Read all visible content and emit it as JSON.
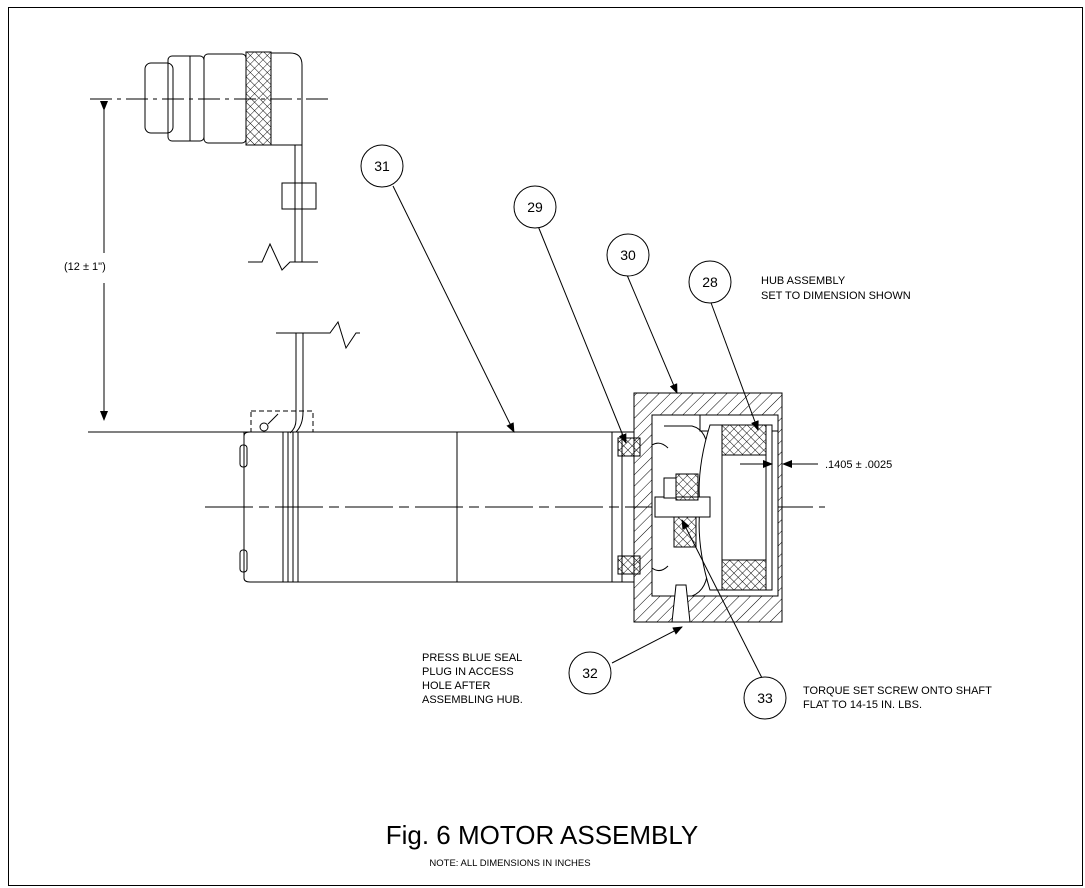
{
  "figure": {
    "title": "Fig. 6  MOTOR ASSEMBLY",
    "note": "NOTE: ALL DIMENSIONS IN INCHES"
  },
  "callouts": {
    "c28": "28",
    "c29": "29",
    "c30": "30",
    "c31": "31",
    "c32": "32",
    "c33": "33"
  },
  "annotations": {
    "hub_line1": "HUB ASSEMBLY",
    "hub_line2": "SET TO DIMENSION SHOWN",
    "dim_gap": ".1405 ± .0025",
    "dim_cable": "(12 ± 1\")",
    "plug_line1": "PRESS BLUE SEAL",
    "plug_line2": "PLUG IN ACCESS",
    "plug_line3": "HOLE AFTER",
    "plug_line4": "ASSEMBLING HUB.",
    "torque_line1": "TORQUE SET SCREW ONTO SHAFT",
    "torque_line2": "FLAT TO 14-15 IN. LBS."
  },
  "colors": {
    "ink": "#000000",
    "paper": "#ffffff"
  }
}
